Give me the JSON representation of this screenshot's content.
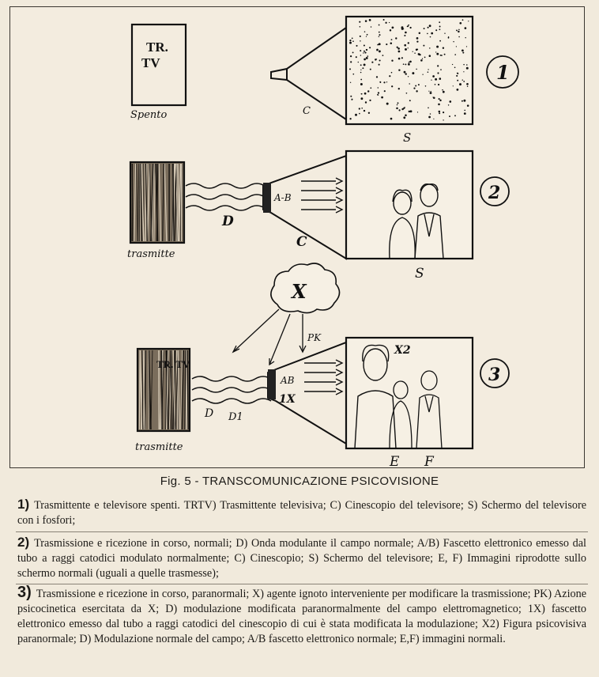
{
  "figure": {
    "panel1": {
      "set_label": "TR.\nTV",
      "caption_under_set": "Spento",
      "tube_label": "C",
      "screen_label": "S",
      "number": "1"
    },
    "panel2": {
      "set_caption": "trasmitte",
      "wave_label": "D",
      "beam_label": "A-B",
      "tube_label": "C",
      "screen_label": "S",
      "number": "2"
    },
    "panel3": {
      "agent_label": "X",
      "pk_label": "PK",
      "set_label": "TR.\nTV",
      "set_caption": "trasmitte",
      "wave_label_1": "D",
      "wave_label_2": "D1",
      "beam_label_1": "AB",
      "beam_label_2": "1X",
      "screen_label_x2": "X2",
      "screen_label_e": "E",
      "screen_label_f": "F",
      "number": "3"
    }
  },
  "caption": "Fig. 5 - TRANSCOMUNICAZIONE PSICOVISIONE",
  "legend": [
    {
      "num": "1)",
      "text": "Trasmittente e televisore spenti. TRTV) Trasmittente televisiva; C) Cinescopio del televisore; S) Schermo del televisore con i fosfori;"
    },
    {
      "num": "2)",
      "text": "Trasmissione e ricezione in corso, normali; D) Onda modulante il campo normale; A/B) Fascetto elettronico emesso dal tubo a raggi catodici modulato normalmente; C) Cinescopio; S) Schermo del televisore; E, F) Immagini riprodotte sullo schermo normali (uguali a quelle trasmesse);"
    },
    {
      "num": "3)",
      "text": "Trasmissione e ricezione in corso, paranormali; X) agente ignoto interveniente per modificare la trasmissione; PK) Azione psicocinetica esercitata da X; D) modulazione modificata paranormalmente del campo elettromagnetico; 1X) fascetto elettronico emesso dal tubo a raggi catodici del cinescopio di cui è stata modificata la modulazione; X2) Figura psicovisiva paranormale; D) Modulazione normale del campo; A/B fascetto elettronico normale; E,F) immagini normali."
    }
  ]
}
